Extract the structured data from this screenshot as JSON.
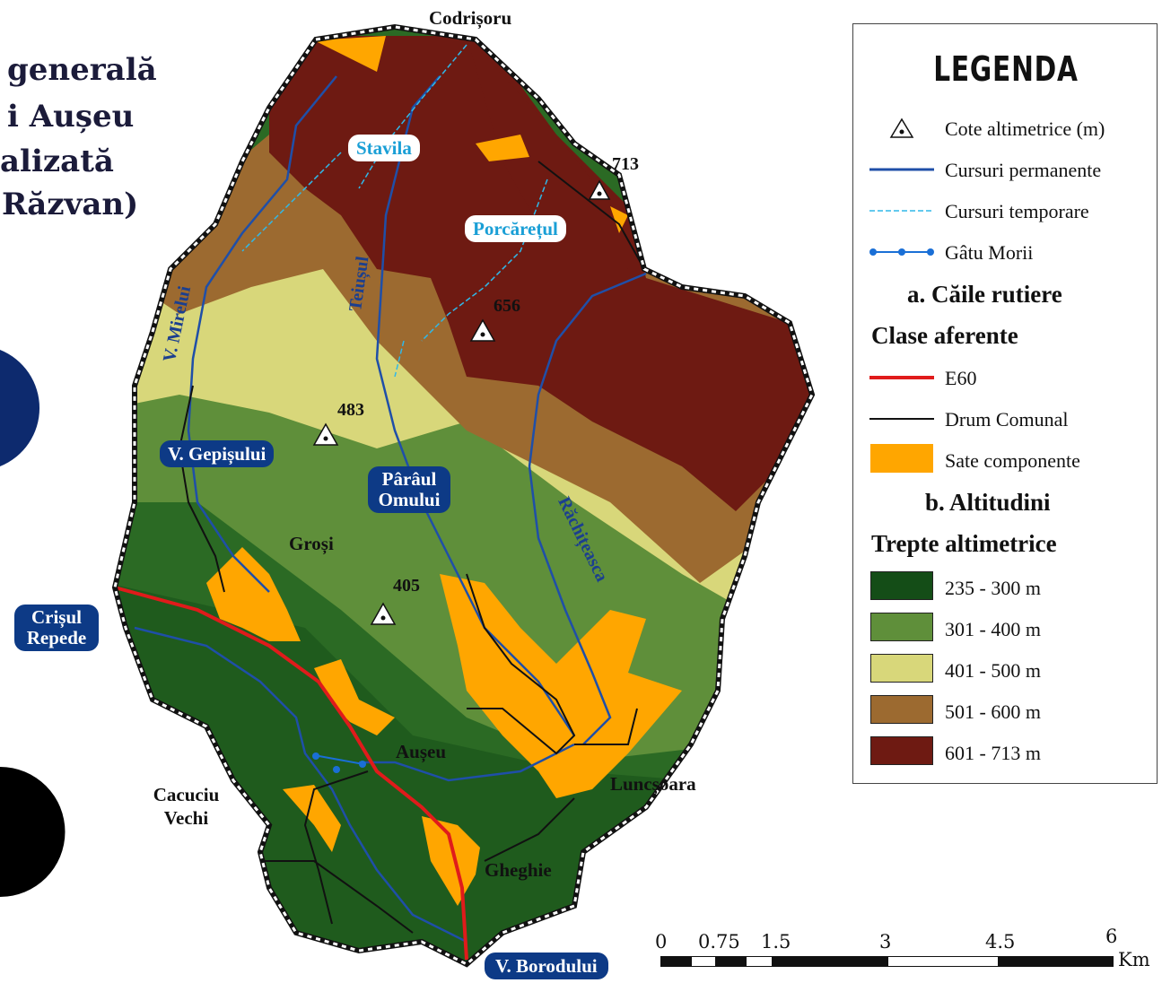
{
  "title_lines": [
    "generală",
    "i Aușeu",
    "alizată",
    "Răzvan)"
  ],
  "places": {
    "codrisoru": "Codrișoru",
    "grosi": "Groși",
    "auseu": "Aușeu",
    "luncsoara": "Luncșoara",
    "gheghie": "Gheghie",
    "cacuciu_vechi_1": "Cacuciu",
    "cacuciu_vechi_2": "Vechi"
  },
  "elevations": [
    "713",
    "656",
    "483",
    "405"
  ],
  "water_labels": {
    "stavila": "Stavila",
    "porcaretul": "Porcărețul",
    "mirelui": "V. Mirelui",
    "teiusul": "Teiușul",
    "gepisului": "V. Gepișului",
    "paraul_omului_1": "Pârâul",
    "paraul_omului_2": "Omului",
    "rachiteasca": "Răchițeasca",
    "crisul_1": "Crișul",
    "crisul_2": "Repede",
    "borodului": "V. Borodului"
  },
  "legend": {
    "heading": "LEGENDA",
    "items": [
      {
        "label": "Cote altimetrice (m)",
        "icon": "triangle-dot-icon"
      },
      {
        "label": "Cursuri permanente",
        "color": "#1f4fa8"
      },
      {
        "label": "Cursuri temporare",
        "color": "#30b8e8"
      },
      {
        "label": "Gâtu Morii",
        "color": "#1a6fd6"
      }
    ],
    "section_a": "a. Căile rutiere",
    "section_a_sub": "Clase aferente",
    "roads": [
      {
        "label": "E60",
        "color": "#e01b1b"
      },
      {
        "label": "Drum Comunal",
        "color": "#111111"
      },
      {
        "label": "Sate componente",
        "color": "#ffa600"
      }
    ],
    "section_b": "b. Altitudini",
    "section_b_sub": "Trepte altimetrice",
    "altitudes": [
      {
        "label": "235 - 300 m",
        "color": "#144d17"
      },
      {
        "label": "301 - 400 m",
        "color": "#5f8f3a"
      },
      {
        "label": "401 - 500 m",
        "color": "#d8d77a"
      },
      {
        "label": "501 - 600 m",
        "color": "#9c6a30"
      },
      {
        "label": "601 - 713 m",
        "color": "#6e1a12"
      }
    ]
  },
  "scale": {
    "ticks": [
      "0",
      "0.75",
      "1.5",
      "3",
      "4.5",
      "6"
    ],
    "unit": "Km"
  }
}
